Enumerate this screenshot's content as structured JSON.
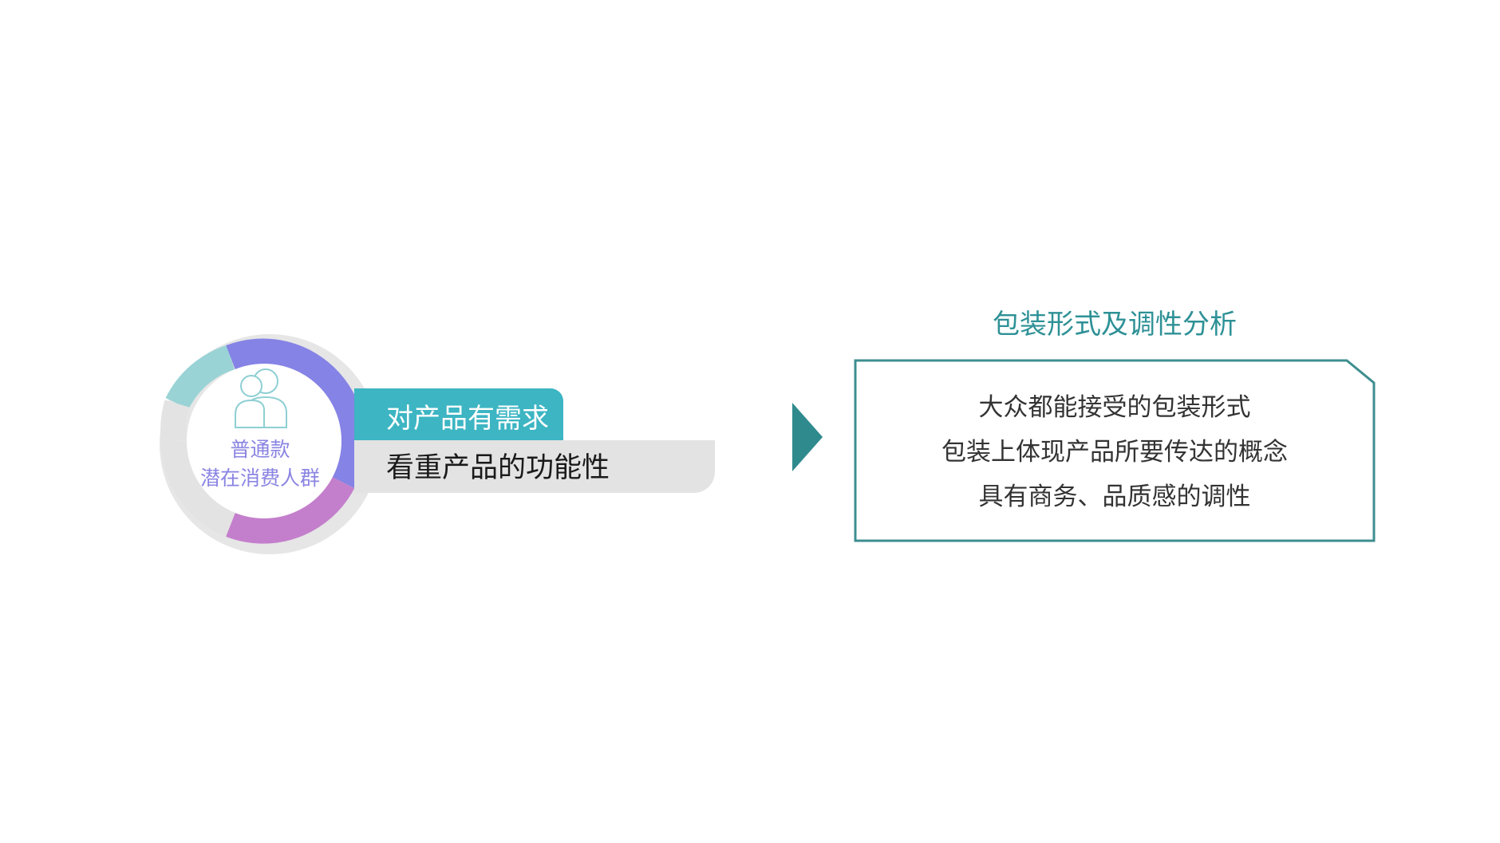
{
  "segment": {
    "line1": "普通款",
    "line2": "潜在消费人群"
  },
  "feature": {
    "tag": "对产品有需求",
    "detail": "看重产品的功能性"
  },
  "analysis": {
    "title": "包装形式及调性分析",
    "lines": [
      "大众都能接受的包装形式",
      "包装上体现产品所要传达的概念",
      "具有商务、品质感的调性"
    ]
  },
  "colors": {
    "teal": "#3db5c3",
    "light_teal": "#9ad3d6",
    "purple": "#8583e5",
    "pink": "#c47fcc",
    "gray": "#e3e3e3",
    "dark_teal": "#2f8a8e",
    "box_border": "#3e8e8f"
  }
}
